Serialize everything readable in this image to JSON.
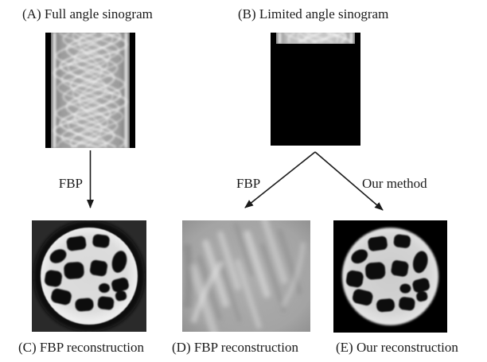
{
  "figure": {
    "panels": {
      "a": {
        "label": "(A) Full angle sinogram"
      },
      "b": {
        "label": "(B) Limited angle sinogram"
      },
      "c": {
        "label": "(C) FBP reconstruction"
      },
      "d": {
        "label": "(D) FBP reconstruction"
      },
      "e": {
        "label": "(E) Our reconstruction"
      }
    },
    "arrows": {
      "full_to_fbp": {
        "label": "FBP"
      },
      "limited_to_fbp": {
        "label": "FBP"
      },
      "limited_to_ours": {
        "label": "Our method"
      }
    }
  },
  "colors": {
    "page_background": "#ffffff",
    "text": "#1b1b1b",
    "arrow": "#1a1a1a",
    "sinogram_border": "#000000",
    "sinogram_base": "#ababab",
    "sinogram_trace": "#ffffff",
    "panel_c_background": "#2a2a2a",
    "panel_c_ring": "#0b0b0b",
    "phantom_disk": "#e2e2e2",
    "phantom_hole": "#0c0c0c",
    "panel_d_base": "#a4a4a4",
    "panel_e_background": "#000000"
  }
}
